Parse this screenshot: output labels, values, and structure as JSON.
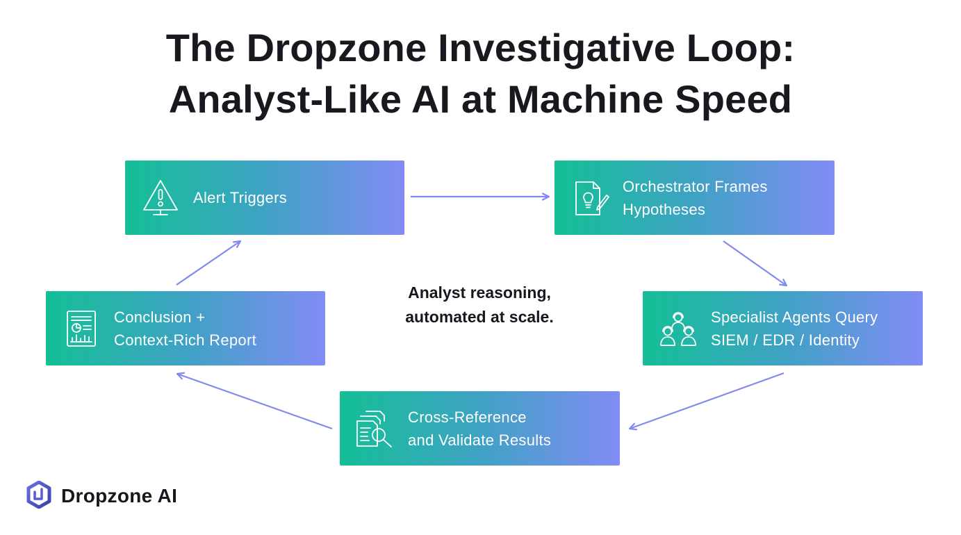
{
  "title": {
    "line1": "The Dropzone Investigative Loop:",
    "line2": "Analyst-Like AI at Machine Speed"
  },
  "center_text": "Analyst reasoning,\nautomated at scale.",
  "steps": [
    {
      "label": "Alert Triggers",
      "icon": "alert-triangle-icon"
    },
    {
      "label": "Orchestrator Frames\nHypotheses",
      "icon": "lightbulb-document-icon"
    },
    {
      "label": "Specialist Agents Query\nSIEM / EDR / Identity",
      "icon": "agents-group-icon"
    },
    {
      "label": "Cross-Reference\nand Validate Results",
      "icon": "document-search-icon"
    },
    {
      "label": "Conclusion +\nContext-Rich Report",
      "icon": "report-chart-icon"
    }
  ],
  "colors": {
    "gradient_start": "#14bf96",
    "gradient_mid": "#3fa2c4",
    "gradient_end": "#828cf5",
    "arrow": "#8189ee",
    "title_text": "#17191e"
  },
  "logo": {
    "text": "Dropzone AI",
    "icon": "dropzone-logo-icon"
  }
}
